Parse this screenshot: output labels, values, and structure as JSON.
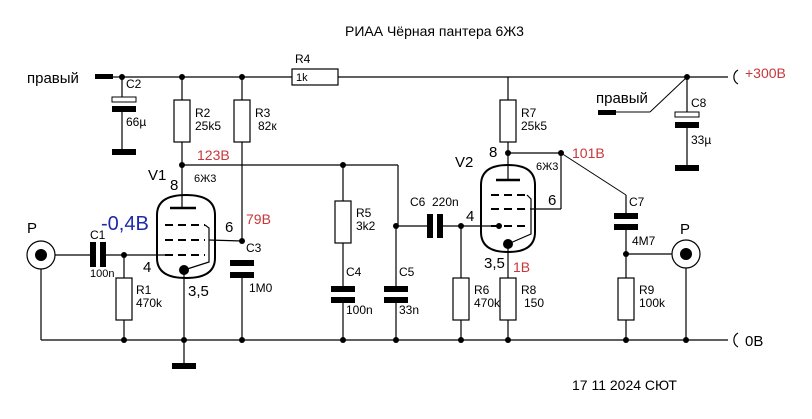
{
  "title": "РИАА Чёрная пантера 6Ж3",
  "date_stamp": "17 11 2024 СЮТ",
  "supply": {
    "label": "+300В",
    "ground_label": "0В",
    "channel_label": "правый"
  },
  "connectors": {
    "input": "P",
    "output": "P"
  },
  "tubes": [
    {
      "ref": "V1",
      "type": "6Ж3",
      "pins": {
        "anode": "8",
        "g2": "6",
        "g1": "4",
        "cathode": "3,5"
      }
    },
    {
      "ref": "V2",
      "type": "6Ж3",
      "pins": {
        "anode": "8",
        "g2": "6",
        "g1": "4",
        "cathode": "3,5"
      }
    }
  ],
  "resistors": {
    "R1": {
      "ref": "R1",
      "value": "470k"
    },
    "R2": {
      "ref": "R2",
      "value": "25k5"
    },
    "R3": {
      "ref": "R3",
      "value": "82к"
    },
    "R4": {
      "ref": "R4",
      "value": "1k"
    },
    "R5": {
      "ref": "R5",
      "value": "3k2"
    },
    "R6": {
      "ref": "R6",
      "value": "470k"
    },
    "R7": {
      "ref": "R7",
      "value": "25k5"
    },
    "R8": {
      "ref": "R8",
      "value": "150"
    },
    "R9": {
      "ref": "R9",
      "value": "100k"
    }
  },
  "capacitors": {
    "C1": {
      "ref": "C1",
      "value": "100n"
    },
    "C2": {
      "ref": "C2",
      "value": "66µ"
    },
    "C3": {
      "ref": "C3",
      "value": "1M0"
    },
    "C4": {
      "ref": "C4",
      "value": "100n"
    },
    "C5": {
      "ref": "C5",
      "value": "33n"
    },
    "C6": {
      "ref": "C6",
      "value": "220n"
    },
    "C7": {
      "ref": "C7",
      "value": "4M7"
    },
    "C8": {
      "ref": "C8",
      "value": "33µ"
    }
  },
  "voltages": {
    "v1_anode": "123В",
    "v1_g2": "79В",
    "v1_grid": "-0,4В",
    "v2_anode": "101В",
    "v2_cathode": "1В"
  },
  "colors": {
    "voltage_red": "#c8373a",
    "voltage_blue": "#1f2aa8"
  }
}
